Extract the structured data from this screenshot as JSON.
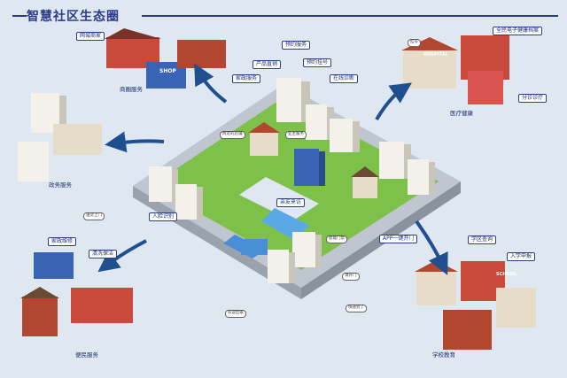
{
  "title": "智慧社区生态圈",
  "colors": {
    "background": "#dfe8f0",
    "accent": "#2c3a8a",
    "arrow": "#1f4f8f",
    "grass": "#7ec14a",
    "road": "#c8ced6"
  },
  "services": {
    "shopping": "网城商家",
    "merchant": "商圈服务",
    "housekeeping": "家政服务",
    "product_sales": "产品直销",
    "appointment": "预约服务",
    "booking": "预约挂号",
    "online_diagnosis": "在线诊断",
    "government": "政务服务",
    "medical": "医疗健康",
    "household_doctor": "全民电子健康档案",
    "triage": "分诊诊疗",
    "face_recognition": "人脸识别",
    "repair": "家政维修",
    "cleaning": "清洗保洁",
    "convenience": "便民服务",
    "visitor": "亲友来访",
    "app_door": "APP一键开门",
    "school_query": "学区查询",
    "enrollment": "入学申报",
    "school_edu": "学校教育",
    "smart_gate": "智能门禁"
  },
  "bubbles": [
    "挂号",
    "附近的店铺",
    "业主服务",
    "快递到了",
    "欢迎回家",
    "送货上门",
    "请开门"
  ],
  "shop_signs": [
    "SHOP",
    "HOSPITAL",
    "SCHOOL"
  ]
}
